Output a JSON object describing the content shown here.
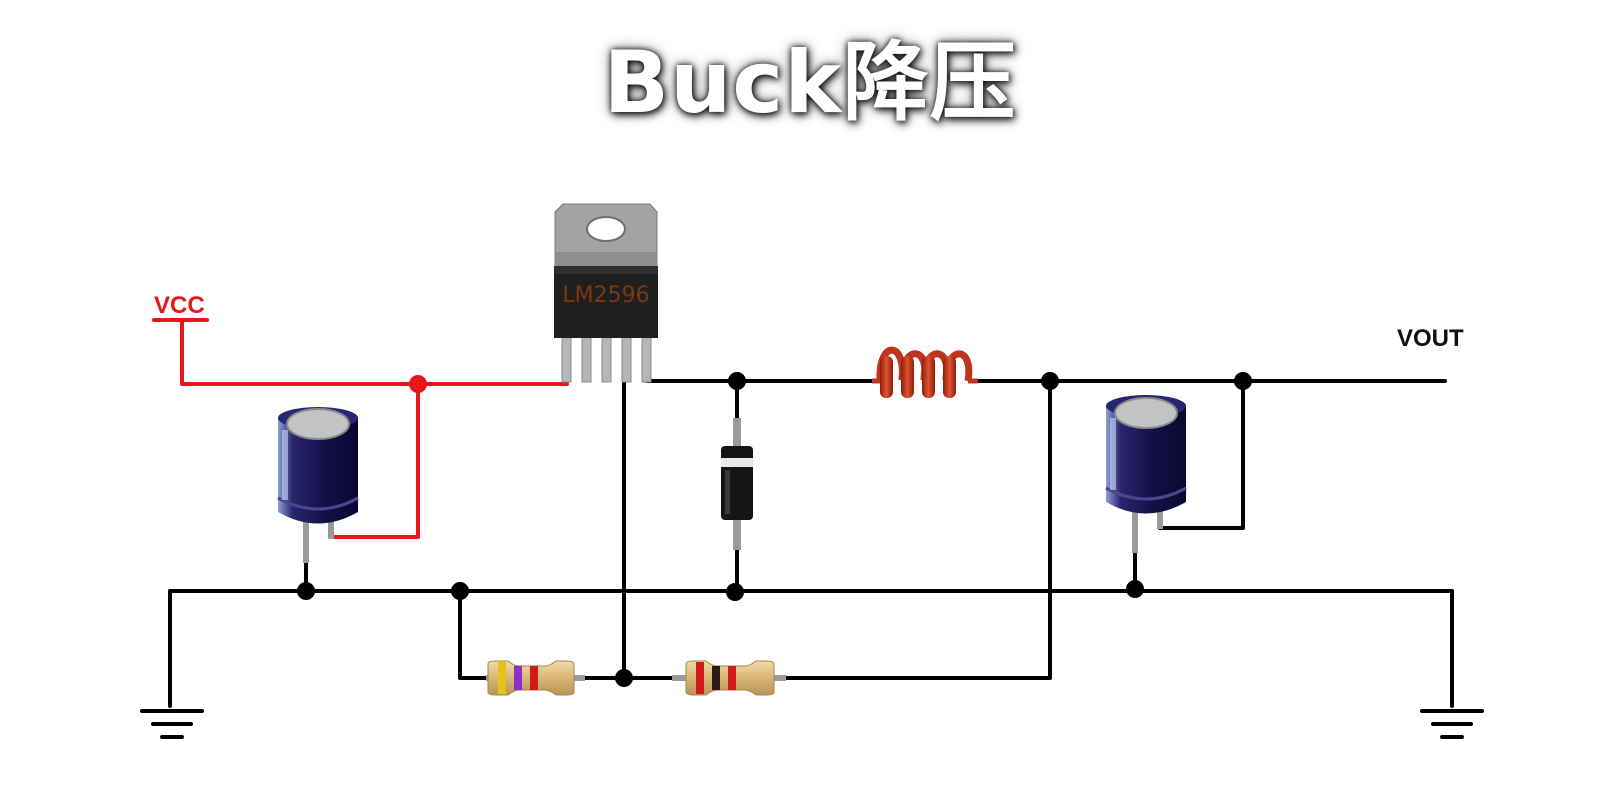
{
  "title": "Buck降压",
  "labels": {
    "vcc": "VCC",
    "vout": "VOUT",
    "chip": "LM2596"
  },
  "colors": {
    "wire": "#000000",
    "input_wire": "#e8151b",
    "capacitor_body": "#1a1650",
    "inductor": "#c0341d",
    "chip_body": "#1f1f1f",
    "chip_tab": "#9a9a9a",
    "chip_label": "#7a3a10"
  },
  "components": {
    "regulator": "LM2596",
    "input_capacitor": "capacitor-icon",
    "output_capacitor": "capacitor-icon",
    "diode": "diode-icon",
    "inductor": "inductor-icon",
    "resistor_left_bands": [
      "#e6c21a",
      "#8b2fc9",
      "#d01b1b"
    ],
    "resistor_right_bands": [
      "#2a1a12",
      "#d01b1b"
    ]
  }
}
